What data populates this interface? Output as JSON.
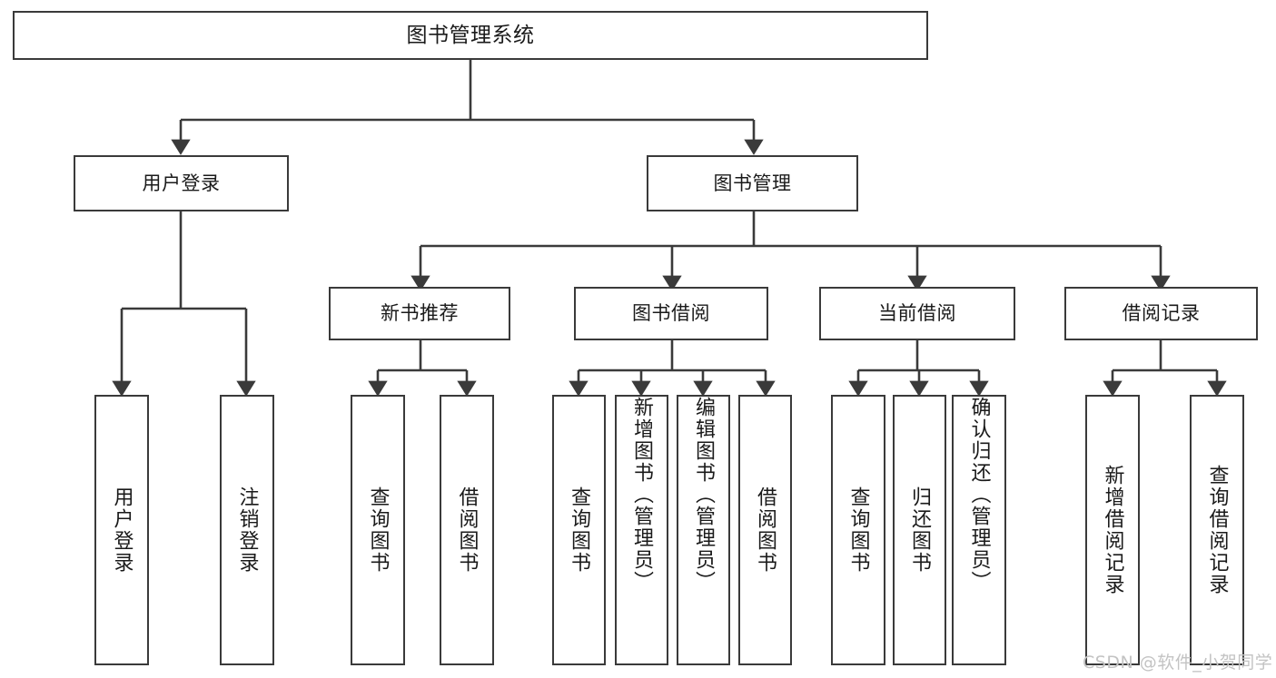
{
  "diagram": {
    "title": "图书管理系统",
    "type": "functional-structure-tree",
    "stroke_color": "#3a3a3a",
    "text_color": "#1a1a1a",
    "background_color": "#ffffff"
  },
  "nodes": {
    "root": {
      "label": "图书管理系统"
    },
    "level2": [
      {
        "label": "用户登录"
      },
      {
        "label": "图书管理"
      }
    ],
    "level3": [
      {
        "label": "新书推荐"
      },
      {
        "label": "图书借阅"
      },
      {
        "label": "当前借阅"
      },
      {
        "label": "借阅记录"
      }
    ],
    "leaves_user_login": [
      {
        "label": "用户登录"
      },
      {
        "label": "注销登录"
      }
    ],
    "leaves_new_book": [
      {
        "label": "查询图书"
      },
      {
        "label": "借阅图书"
      }
    ],
    "leaves_borrow": [
      {
        "label": "查询图书"
      },
      {
        "label": "新增图书（管理员）"
      },
      {
        "label": "编辑图书（管理员）"
      },
      {
        "label": "借阅图书"
      }
    ],
    "leaves_current": [
      {
        "label": "查询图书"
      },
      {
        "label": "归还图书"
      },
      {
        "label": "确认归还（管理员）"
      }
    ],
    "leaves_record": [
      {
        "label": "新增借阅记录"
      },
      {
        "label": "查询借阅记录"
      }
    ]
  },
  "watermark": {
    "text": "CSDN @软件_小贺同学"
  }
}
